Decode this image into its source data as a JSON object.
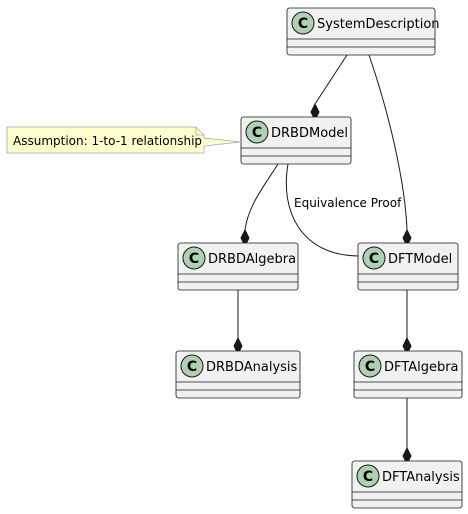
{
  "colors": {
    "class_fill": "#f1f1f1",
    "class_border": "#181818",
    "circle_fill": "#add1b2",
    "note_fill": "#fefece",
    "note_border": "#a8a8a8",
    "line": "#181818"
  },
  "stereotype_letter": "C",
  "classes": [
    {
      "id": "SystemDescription",
      "name": "SystemDescription"
    },
    {
      "id": "DRBDModel",
      "name": "DRBDModel"
    },
    {
      "id": "DRBDAlgebra",
      "name": "DRBDAlgebra"
    },
    {
      "id": "DFTModel",
      "name": "DFTModel"
    },
    {
      "id": "DRBDAnalysis",
      "name": "DRBDAnalysis"
    },
    {
      "id": "DFTAlgebra",
      "name": "DFTAlgebra"
    },
    {
      "id": "DFTAnalysis",
      "name": "DFTAnalysis"
    }
  ],
  "note": {
    "text": "Assumption: 1-to-1 relationship"
  },
  "relations": [
    {
      "from": "SystemDescription",
      "to": "DRBDModel",
      "type": "composition"
    },
    {
      "from": "SystemDescription",
      "to": "DFTModel",
      "type": "composition"
    },
    {
      "from": "DRBDModel",
      "to": "DRBDAlgebra",
      "type": "composition"
    },
    {
      "from": "DRBDModel",
      "to": "DFTModel",
      "type": "association",
      "label": "Equivalence Proof"
    },
    {
      "from": "DRBDAlgebra",
      "to": "DRBDAnalysis",
      "type": "composition"
    },
    {
      "from": "DFTModel",
      "to": "DFTAlgebra",
      "type": "composition"
    },
    {
      "from": "DFTAlgebra",
      "to": "DFTAnalysis",
      "type": "composition"
    }
  ]
}
